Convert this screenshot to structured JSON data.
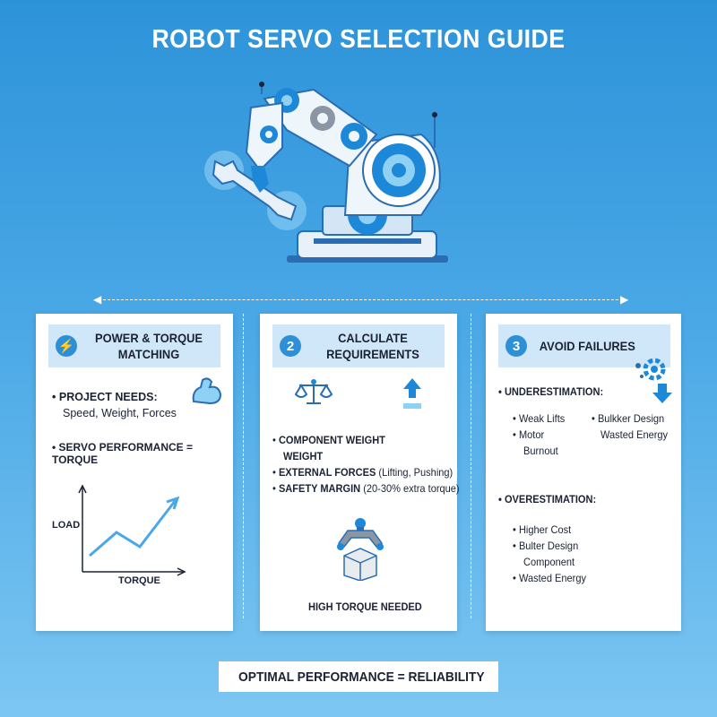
{
  "title": "ROBOT SERVO SELECTION GUIDE",
  "panels": [
    {
      "badge": "⚡",
      "heading_line1": "POWER & TORQUE",
      "heading_line2": "MATCHING",
      "project_needs_label": "PROJECT NEEDS:",
      "project_needs_detail": "Speed, Weight, Forces",
      "servo_performance": "SERVO PERFORMANCE = TORQUE",
      "graph_y_label": "LOAD",
      "graph_x_label": "TORQUE"
    },
    {
      "badge": "2",
      "heading_line1": "CALCULATE",
      "heading_line2": "REQUIREMENTS",
      "bullets": [
        {
          "label": "COMPONENT WEIGHT",
          "extra": "WEIGHT"
        },
        {
          "label": "EXTERNAL FORCES",
          "extra": "(Lifting, Pushing)"
        },
        {
          "label": "SAFETY MARGIN",
          "extra": "(20-30% extra torque)"
        }
      ],
      "caption": "HIGH TORQUE NEEDED"
    },
    {
      "badge": "3",
      "heading_line1": "AVOID FAILURES",
      "under_label": "UNDERESTIMATION:",
      "under_left": [
        "Weak Lifts",
        "Motor",
        "Burnout"
      ],
      "under_right": [
        "Bulkker Design",
        "Wasted Energy"
      ],
      "over_label": "OVERESTIMATION:",
      "over_items": [
        "Higher Cost",
        "Bulter Design",
        "Component",
        "Wasted Energy"
      ]
    }
  ],
  "footer": {
    "label": "OPTIMAL PERFORMANCE = RELIABILITY",
    "icon": "check-icon"
  },
  "colors": {
    "accent": "#2d8fd6",
    "header_bg": "#cfe7f8",
    "check": "#3bb54a"
  }
}
